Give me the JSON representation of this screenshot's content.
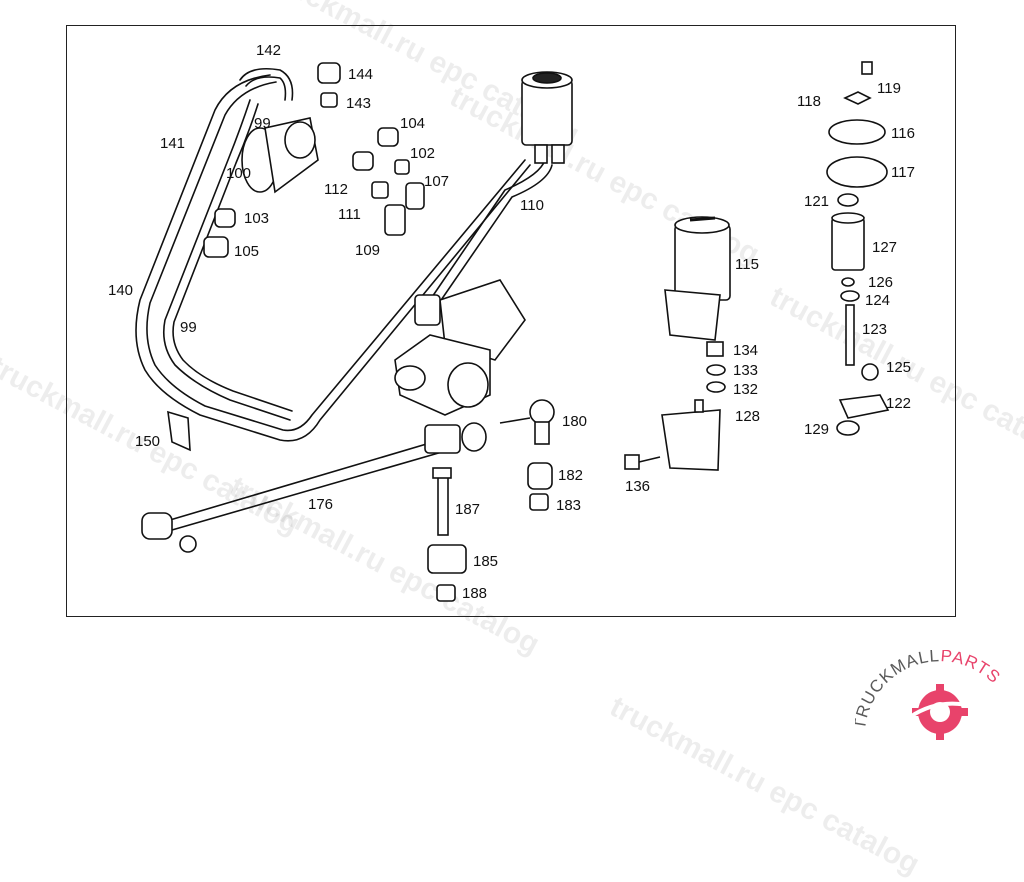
{
  "diagram": {
    "part_labels": {
      "l99a": "99",
      "l99b": "99",
      "l100": "100",
      "l102": "102",
      "l103": "103",
      "l104": "104",
      "l105": "105",
      "l107": "107",
      "l109": "109",
      "l110": "110",
      "l111": "111",
      "l112": "112",
      "l115": "115",
      "l116": "116",
      "l117": "117",
      "l118": "118",
      "l119": "119",
      "l121": "121",
      "l122": "122",
      "l123": "123",
      "l124": "124",
      "l125": "125",
      "l126": "126",
      "l127": "127",
      "l128": "128",
      "l129": "129",
      "l132": "132",
      "l133": "133",
      "l134": "134",
      "l136": "136",
      "l140": "140",
      "l141": "141",
      "l142": "142",
      "l143": "143",
      "l144": "144",
      "l150": "150",
      "l176": "176",
      "l180": "180",
      "l182": "182",
      "l183": "183",
      "l185": "185",
      "l187": "187",
      "l188": "188"
    }
  },
  "watermarks": [
    "truckmall.ru epc catalog",
    "truckmall.ru epc catalog",
    "truckmall.ru epc catalog",
    "truckmall.ru epc catalog",
    "truckmall.ru epc catalog",
    "truckmall.ru epc catalog"
  ],
  "logo": {
    "text_dark": "TRUCKMALL",
    "text_accent": "PARTS",
    "accent_color": "#e8436b",
    "dark_color": "#5a5a5a"
  }
}
